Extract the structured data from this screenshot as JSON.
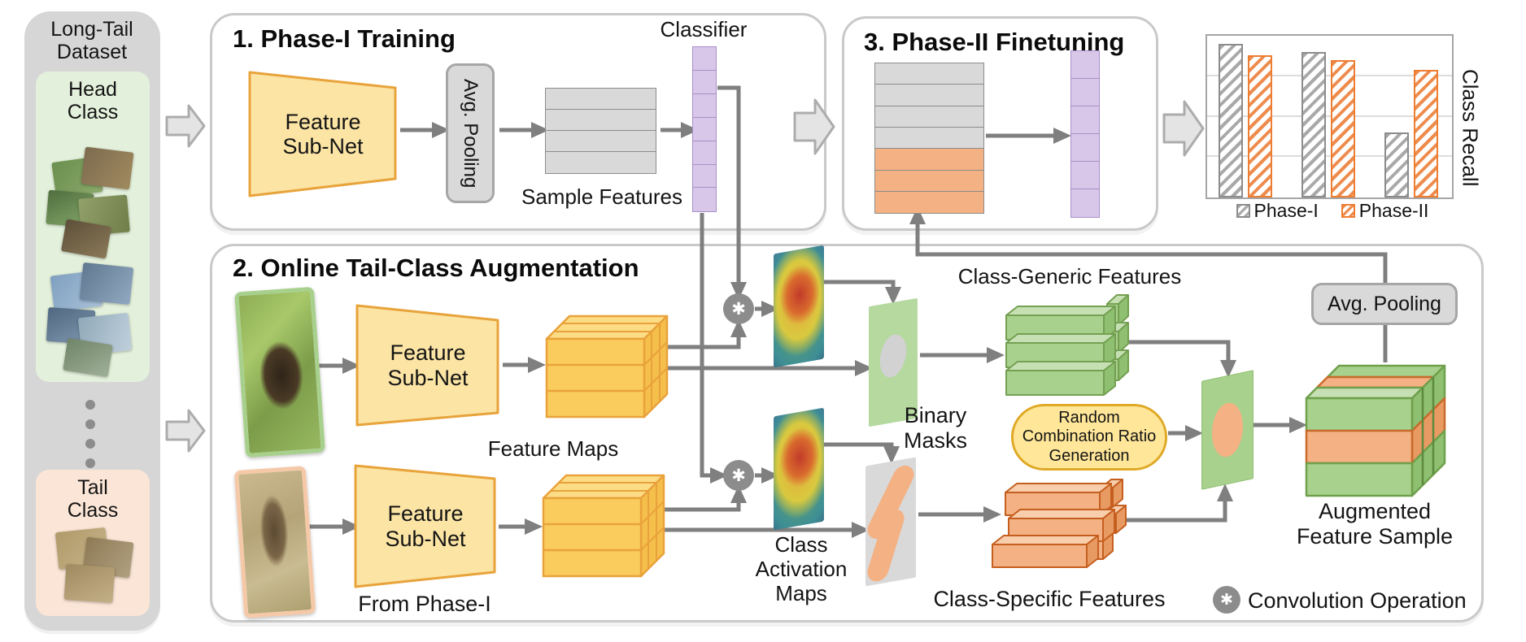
{
  "colors": {
    "yellow_fill": "#FBE4A4",
    "yellow_border": "#E8A33B",
    "cube_yellow": "#FACC5D",
    "purple_fill": "#D8C7E8",
    "purple_border": "#A98FC9",
    "gray_fill": "#D9D9D9",
    "green_fill": "#A9D18E",
    "orange_fill": "#F4B183",
    "arrow_gray": "#7F7F7F",
    "phase1_bar": "#A6A6A6",
    "phase2_bar": "#ED7D31"
  },
  "sidebar": {
    "title": "Long-Tail\nDataset",
    "head_label": "Head\nClass",
    "tail_label": "Tail\nClass"
  },
  "phase1": {
    "title": "1. Phase-I Training",
    "feature_subnet": "Feature\nSub-Net",
    "avg_pooling": "Avg. Pooling",
    "sample_features_label": "Sample Features",
    "classifier_label": "Classifier"
  },
  "phase2": {
    "title": "2. Online Tail-Class Augmentation",
    "feature_subnet_top": "Feature\nSub-Net",
    "feature_subnet_bottom": "Feature\nSub-Net",
    "from_phase1": "From Phase-I",
    "feature_maps_label": "Feature Maps",
    "cam_label": "Class\nActivation\nMaps",
    "binary_masks_label": "Binary\nMasks",
    "class_generic_label": "Class-Generic Features",
    "class_specific_label": "Class-Specific Features",
    "random_pill": "Random\nCombination Ratio\nGeneration",
    "avg_pooling": "Avg. Pooling",
    "augmented_label": "Augmented\nFeature Sample",
    "conv_legend": "Convolution Operation",
    "conv_symbol": "✱"
  },
  "phase3": {
    "title": "3. Phase-II Finetuning"
  },
  "chart_data": {
    "type": "bar",
    "title": "",
    "categories": [
      "",
      "",
      ""
    ],
    "series": [
      {
        "name": "Phase-I",
        "values": [
          0.95,
          0.9,
          0.4
        ]
      },
      {
        "name": "Phase-II",
        "values": [
          0.88,
          0.85,
          0.79
        ]
      }
    ],
    "ylabel": "Class Recall",
    "ylim": [
      0,
      1
    ],
    "gridlines": [
      0.25,
      0.5,
      0.75
    ],
    "legend_position": "bottom",
    "grid": true,
    "colors": {
      "Phase-I": "#A6A6A6",
      "Phase-II": "#ED7D31"
    }
  }
}
